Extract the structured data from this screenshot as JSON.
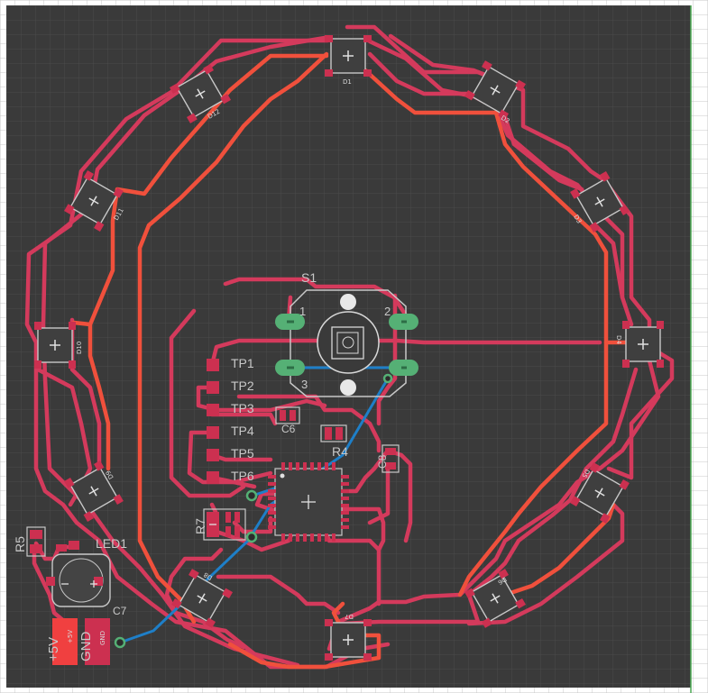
{
  "board": {
    "labels": {
      "s1": "S1",
      "s1_pin1": "1",
      "s1_pin2": "2",
      "s1_pin3": "3",
      "tp1": "TP1",
      "tp2": "TP2",
      "tp3": "TP3",
      "tp4": "TP4",
      "tp5": "TP5",
      "tp6": "TP6",
      "c6": "C6",
      "r4": "R4",
      "c8": "C8",
      "r7": "R7",
      "r5": "R5",
      "led1": "LED1",
      "c7": "C7",
      "plus5v": "+5V",
      "gnd": "GND",
      "pad_5v": "+5V",
      "pad_gnd": "GND"
    },
    "led_labels": [
      "D1",
      "D2",
      "D3",
      "D4",
      "D5",
      "D6",
      "D7",
      "D8",
      "D9",
      "D10",
      "D11",
      "D12"
    ],
    "colors": {
      "background": "#3a3a3a",
      "grid": "#4a4a4a",
      "outer_grid": "#c8c8c8",
      "top_trace": "#d43a5c",
      "hot_trace": "#f0503c",
      "bottom_trace": "#1e7fc8",
      "pad": "#cc3050",
      "silkscreen": "#c8c8c8",
      "via_green": "#55b075"
    }
  }
}
